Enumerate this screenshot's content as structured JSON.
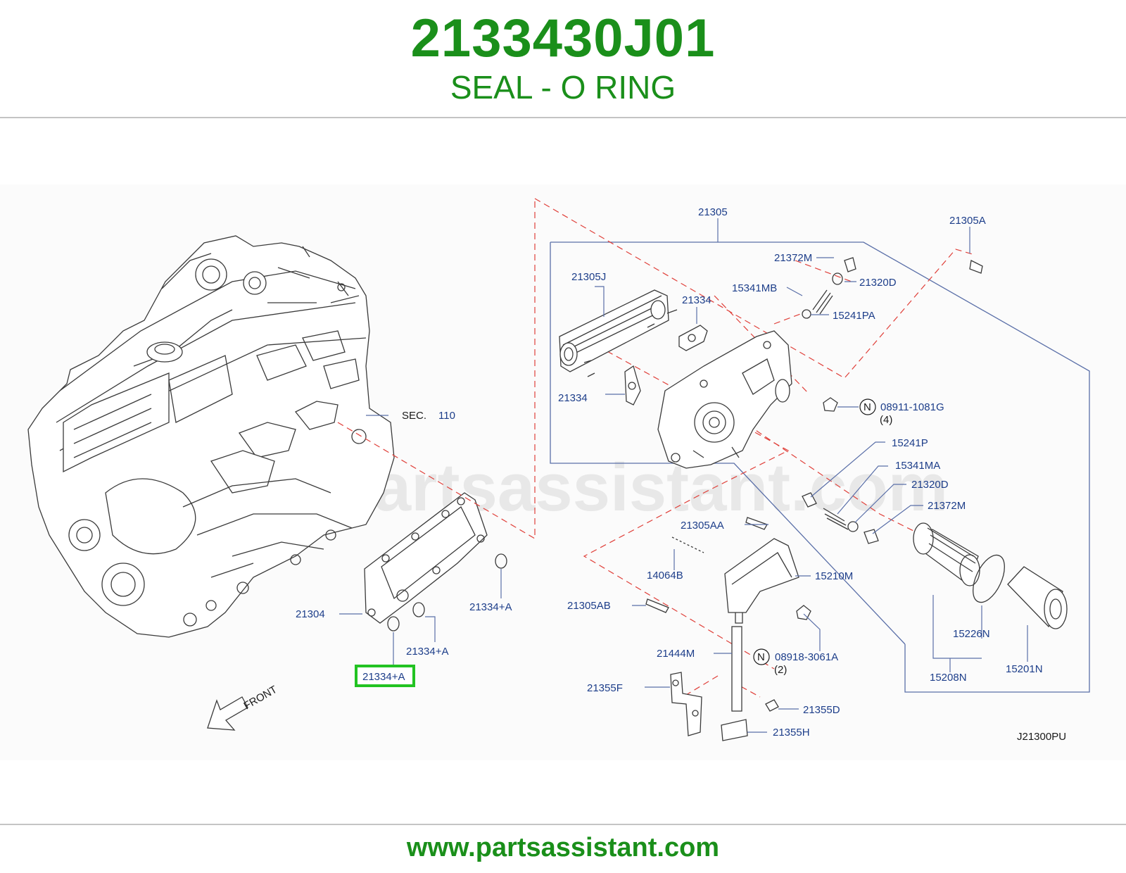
{
  "header": {
    "part_number": "2133430J01",
    "description": "SEAL - O RING"
  },
  "diagram": {
    "watermark": "www.partsassistant.com",
    "section_ref": {
      "prefix": "SEC.",
      "number": "110"
    },
    "front_label": "FRONT",
    "drawing_code": "J21300PU",
    "highlighted_callout": "21334+A",
    "callouts": {
      "c21305": "21305",
      "c21305A": "21305A",
      "c21372M_top": "21372M",
      "c21320D_top": "21320D",
      "c15341MB": "15341MB",
      "c15241PA": "15241PA",
      "c21305J": "21305J",
      "c21334_a": "21334",
      "c21334_b": "21334",
      "c08911": "08911-1081G",
      "c08911_qty": "(4)",
      "c15241P": "15241P",
      "c15341MA": "15341MA",
      "c21320D_low": "21320D",
      "c21372M_low": "21372M",
      "c21305AA": "21305AA",
      "c14064B": "14064B",
      "c15210M": "15210M",
      "c21305AB": "21305AB",
      "c15226N": "15226N",
      "c15208N": "15208N",
      "c15201N": "15201N",
      "c21444M": "21444M",
      "c08918": "08918-3061A",
      "c08918_qty": "(2)",
      "c21355F": "21355F",
      "c21355D": "21355D",
      "c21355H": "21355H",
      "c21304": "21304",
      "c21334A_right": "21334+A",
      "c21334A_mid": "21334+A",
      "n_marker": "N"
    }
  },
  "footer": {
    "url": "www.partsassistant.com"
  },
  "colors": {
    "brand_green": "#1a8f1a",
    "callout_blue": "#1d3e8a",
    "highlight_green": "#22c322",
    "dash_red": "#e0403a"
  }
}
